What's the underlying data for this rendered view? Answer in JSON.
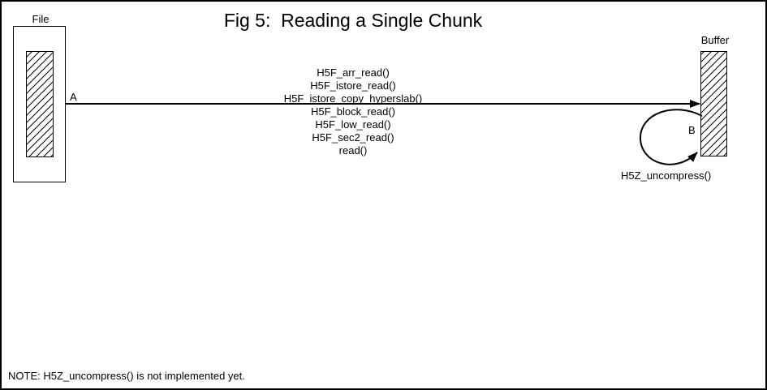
{
  "colors": {
    "ink": "#000000",
    "background": "#ffffff"
  },
  "title": "Fig 5:  Reading a Single Chunk",
  "file": {
    "label": "File"
  },
  "buffer": {
    "label": "Buffer"
  },
  "arrow": {
    "label_a": "A",
    "functions": [
      "H5F_arr_read()",
      "H5F_istore_read()",
      "H5F_istore_copy_hyperslab()",
      "H5F_block_read()",
      "H5F_low_read()",
      "H5F_sec2_read()",
      "read()"
    ]
  },
  "loop": {
    "label_b": "B",
    "function": "H5Z_uncompress()"
  },
  "note": "NOTE: H5Z_uncompress() is not implemented yet."
}
